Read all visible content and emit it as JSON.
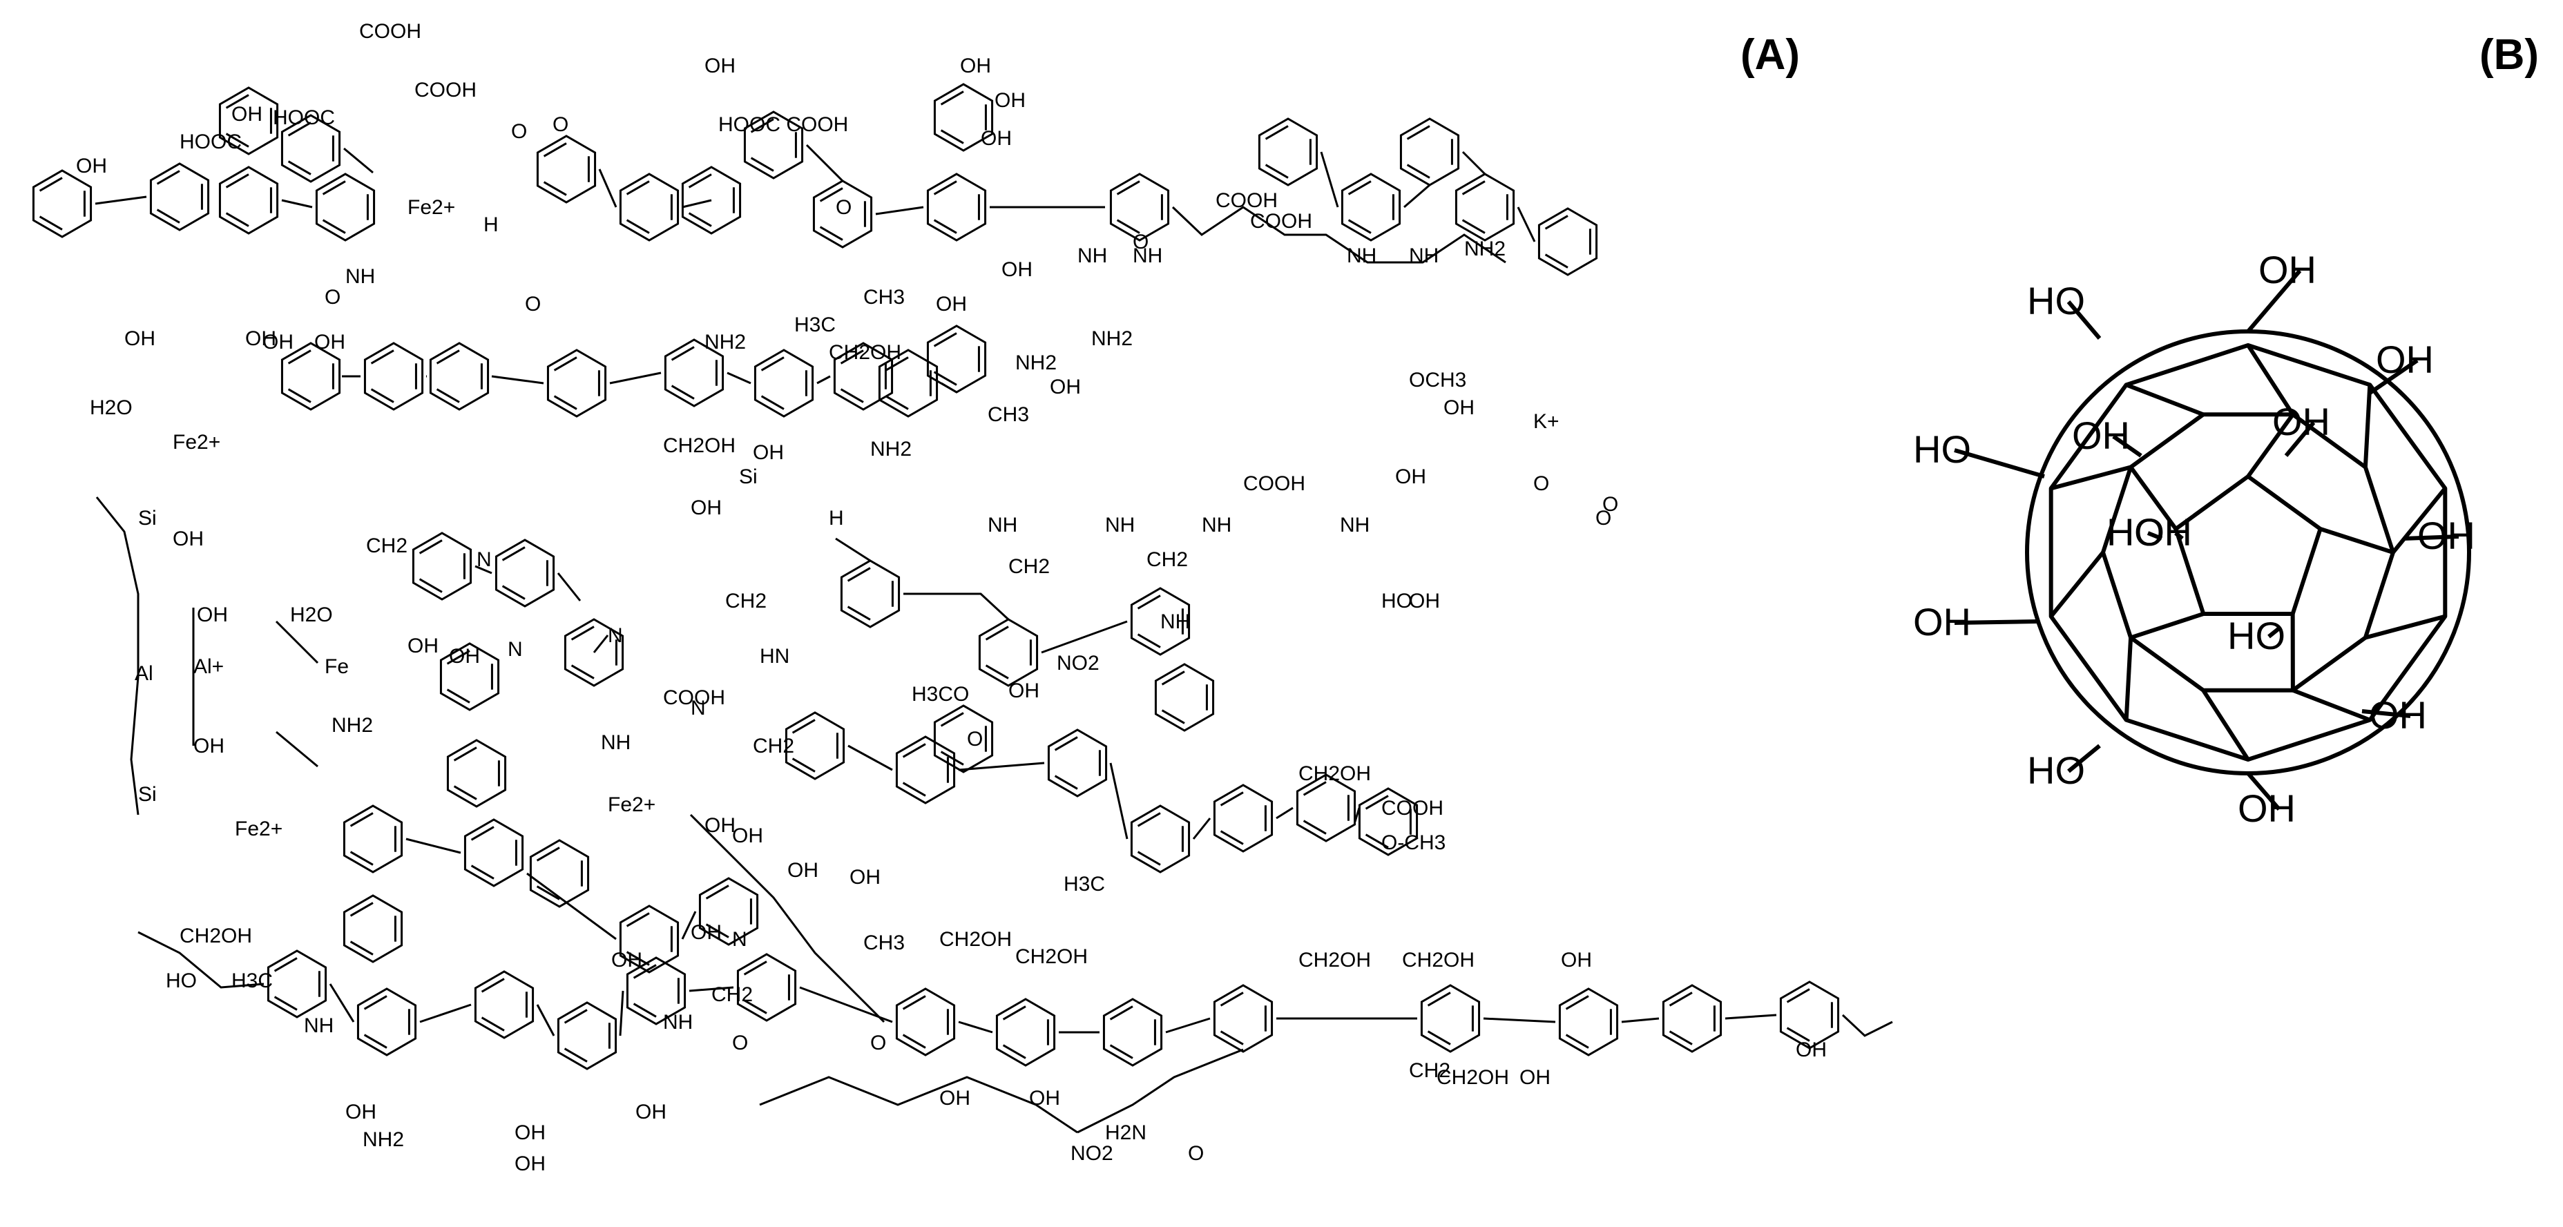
{
  "panels": {
    "a": {
      "label": "(A)"
    },
    "b": {
      "label": "(B)"
    }
  },
  "structure_a": {
    "labels": [
      {
        "t": "OH"
      },
      {
        "t": "COOH"
      },
      {
        "t": "COOH"
      },
      {
        "t": "HOOC"
      },
      {
        "t": "HOOC"
      },
      {
        "t": "OH"
      },
      {
        "t": "Fe2+"
      },
      {
        "t": "NH"
      },
      {
        "t": "O"
      },
      {
        "t": "H"
      },
      {
        "t": "OH"
      },
      {
        "t": "OH"
      },
      {
        "t": "OH"
      },
      {
        "t": "OH"
      },
      {
        "t": "OH"
      },
      {
        "t": "HOOC COOH"
      },
      {
        "t": "OH"
      },
      {
        "t": "OH"
      },
      {
        "t": "OH"
      },
      {
        "t": "OH"
      },
      {
        "t": "OH"
      },
      {
        "t": "COOH"
      },
      {
        "t": "COOH"
      },
      {
        "t": "NH"
      },
      {
        "t": "NH"
      },
      {
        "t": "NH2"
      },
      {
        "t": "NH"
      },
      {
        "t": "NH"
      },
      {
        "t": "NH2"
      },
      {
        "t": "H3C"
      },
      {
        "t": "CH3"
      },
      {
        "t": "O"
      },
      {
        "t": "O"
      },
      {
        "t": "O"
      },
      {
        "t": "O"
      },
      {
        "t": "NH2"
      },
      {
        "t": "CH2OH"
      },
      {
        "t": "NH2"
      },
      {
        "t": "OH"
      },
      {
        "t": "CH2OH"
      },
      {
        "t": "NH2"
      },
      {
        "t": "CH3"
      },
      {
        "t": "O"
      },
      {
        "t": "H2O"
      },
      {
        "t": "Fe2+"
      },
      {
        "t": "OCH3"
      },
      {
        "t": "OH"
      },
      {
        "t": "OH"
      },
      {
        "t": "K+"
      },
      {
        "t": "Si"
      },
      {
        "t": "OH"
      },
      {
        "t": "OH"
      },
      {
        "t": "H"
      },
      {
        "t": "CH2"
      },
      {
        "t": "N"
      },
      {
        "t": "NH"
      },
      {
        "t": "NH"
      },
      {
        "t": "NH"
      },
      {
        "t": "NH"
      },
      {
        "t": "COOH"
      },
      {
        "t": "CH2"
      },
      {
        "t": "CH2"
      },
      {
        "t": "NH"
      },
      {
        "t": "NO2"
      },
      {
        "t": "OH"
      },
      {
        "t": "HO"
      },
      {
        "t": "OH"
      },
      {
        "t": "O"
      },
      {
        "t": "O"
      },
      {
        "t": "O"
      },
      {
        "t": "Si"
      },
      {
        "t": "OH"
      },
      {
        "t": "Al"
      },
      {
        "t": "Al+"
      },
      {
        "t": "OH"
      },
      {
        "t": "OH"
      },
      {
        "t": "Si"
      },
      {
        "t": "H2O"
      },
      {
        "t": "Fe"
      },
      {
        "t": "NH2"
      },
      {
        "t": "Fe2+"
      },
      {
        "t": "N"
      },
      {
        "t": "N"
      },
      {
        "t": "OH"
      },
      {
        "t": "OH"
      },
      {
        "t": "CH2"
      },
      {
        "t": "HN"
      },
      {
        "t": "N"
      },
      {
        "t": "COOH"
      },
      {
        "t": "NH"
      },
      {
        "t": "CH2"
      },
      {
        "t": "H3CO"
      },
      {
        "t": "O"
      },
      {
        "t": "Fe2+"
      },
      {
        "t": "CH2OH"
      },
      {
        "t": "COOH"
      },
      {
        "t": "O-CH3"
      },
      {
        "t": "H3C"
      },
      {
        "t": "OH"
      },
      {
        "t": "OH"
      },
      {
        "t": "OH"
      },
      {
        "t": "OH"
      },
      {
        "t": "CH3"
      },
      {
        "t": "CH2OH"
      },
      {
        "t": "CH2OH"
      },
      {
        "t": "CH2OH"
      },
      {
        "t": "CH2OH"
      },
      {
        "t": "OH"
      },
      {
        "t": "CH2OH"
      },
      {
        "t": "OH"
      },
      {
        "t": "CH2"
      },
      {
        "t": "OH"
      },
      {
        "t": "CH2OH"
      },
      {
        "t": "HO"
      },
      {
        "t": "H3C"
      },
      {
        "t": "NH"
      },
      {
        "t": "OH"
      },
      {
        "t": "NH2"
      },
      {
        "t": "OH"
      },
      {
        "t": "OH"
      },
      {
        "t": "OH"
      },
      {
        "t": "N"
      },
      {
        "t": "OH"
      },
      {
        "t": "NH"
      },
      {
        "t": "CH2"
      },
      {
        "t": "O"
      },
      {
        "t": "O"
      },
      {
        "t": "OH"
      },
      {
        "t": "NO2"
      },
      {
        "t": "OH"
      },
      {
        "t": "H2N"
      },
      {
        "t": "O"
      },
      {
        "t": "OH"
      }
    ]
  },
  "structure_b": {
    "labels": [
      {
        "t": "OH"
      },
      {
        "t": "HO"
      },
      {
        "t": "OH"
      },
      {
        "t": "HO"
      },
      {
        "t": "OH"
      },
      {
        "t": "OH"
      },
      {
        "t": "OH"
      },
      {
        "t": "HO"
      },
      {
        "t": "OH"
      },
      {
        "t": "OH"
      },
      {
        "t": "HO"
      },
      {
        "t": "OH"
      },
      {
        "t": "HO"
      },
      {
        "t": "OH"
      }
    ]
  }
}
